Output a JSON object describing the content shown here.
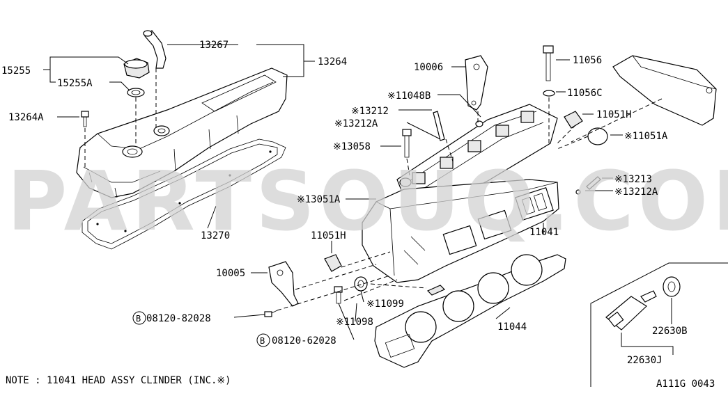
{
  "watermark": "PARTSOUQ.COM",
  "labels": {
    "p13267": "13267",
    "p13264": "13264",
    "p15255": "15255",
    "p15255A": "15255A",
    "p13264A": "13264A",
    "p13270": "13270",
    "p10006": "10006",
    "p11048B": "※11048B",
    "p13212": "※13212",
    "p13212A_top": "※13212A",
    "p13058": "※13058",
    "p13051A": "※13051A",
    "p11056": "11056",
    "p11056C": "11056C",
    "p11051H_right": "11051H",
    "p11051A": "※11051A",
    "p13213": "※13213",
    "p13212A_right": "※13212A",
    "p11041": "11041",
    "p11051H_left": "11051H",
    "p10005": "10005",
    "p08120_82028": "08120-82028",
    "p08120_62028": "08120-62028",
    "p11099": "※11099",
    "p11098": "※11098",
    "p11044": "11044",
    "p22630B": "22630B",
    "p22630J": "22630J",
    "bolt_prefix_1": "B",
    "bolt_prefix_2": "B"
  },
  "note": "NOTE : 11041 HEAD ASSY CLINDER (INC.※)",
  "diagram_code": "A111G 0043"
}
